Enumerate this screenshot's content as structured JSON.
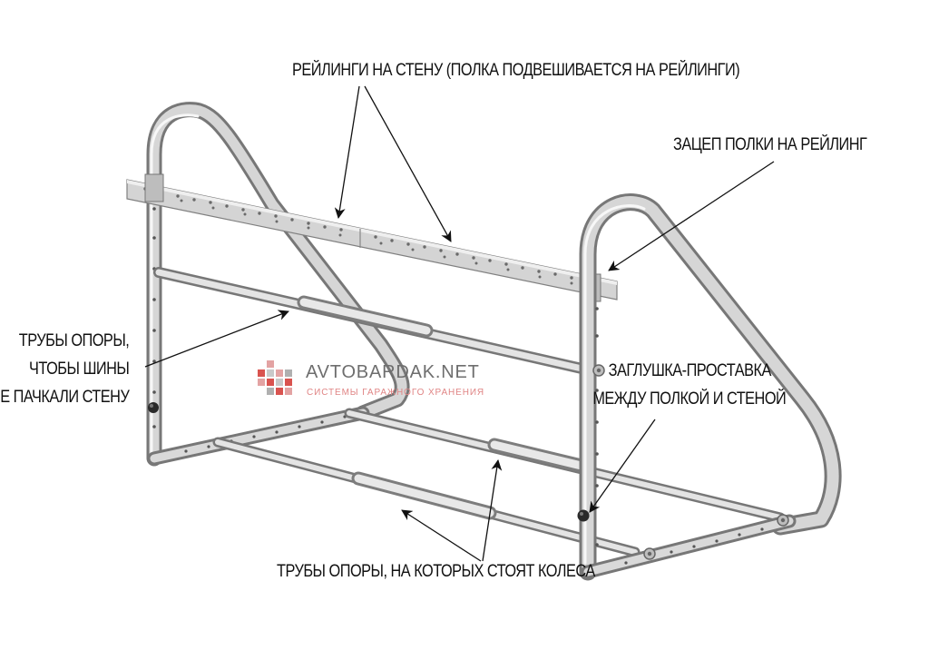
{
  "labels": {
    "rails": "РЕЙЛИНГИ НА СТЕНУ (ПОЛКА ПОДВЕШИВАЕТСЯ НА РЕЙЛИНГИ)",
    "hook": "ЗАЦЕП ПОЛКИ НА РЕЙЛИНГ",
    "wall_pipes": [
      "ТРУБЫ ОПОРЫ,",
      "ЧТОБЫ ШИНЫ",
      "НЕ ПАЧКАЛИ СТЕНУ"
    ],
    "spacer": [
      "ЗАГЛУШКА-ПРОСТАВКА",
      "МЕЖДУ ПОЛКОЙ И СТЕНОЙ"
    ],
    "wheel_pipes": "ТРУБЫ ОПОРЫ, НА КОТОРЫХ СТОЯТ КОЛЕСА"
  },
  "watermark": {
    "brand": "AVTOBARDAK.NET",
    "tagline": "СИСТЕМЫ ГАРАЖНОГО ХРАНЕНИЯ"
  },
  "colors": {
    "text": "#111111",
    "steel_light": "#e9e9e9",
    "steel_dark": "#7a7a7a",
    "brand_red": "#d9534f",
    "brand_gray": "#6e6e6e"
  }
}
